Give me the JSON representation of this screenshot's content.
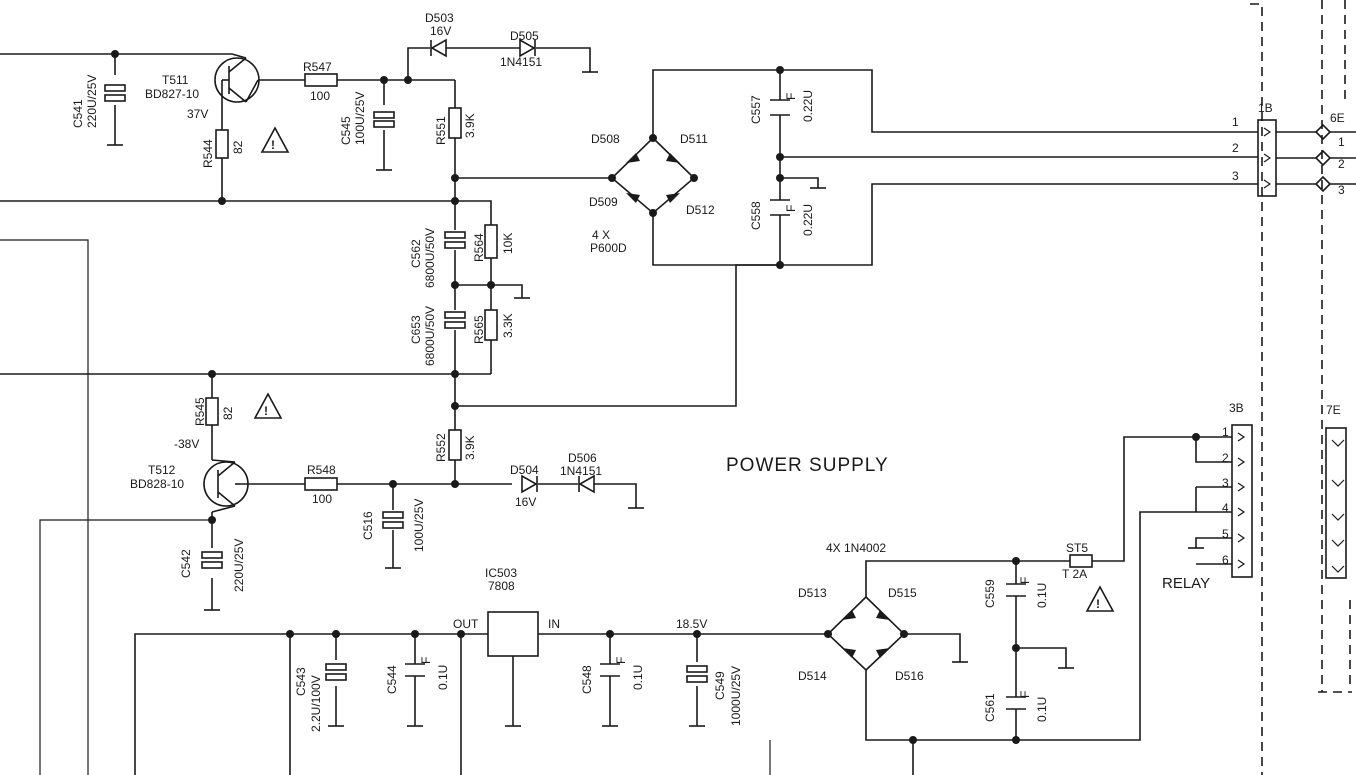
{
  "title": "POWER SUPPLY",
  "components": {
    "t511": {
      "ref": "T511",
      "type": "BD827-10",
      "voltage": "37V"
    },
    "t512": {
      "ref": "T512",
      "type": "BD828-10",
      "voltage": "-38V"
    },
    "c541": {
      "ref": "C541",
      "value": "220U/25V"
    },
    "r544": {
      "ref": "R544",
      "value": "82"
    },
    "r547": {
      "ref": "R547",
      "value": "100"
    },
    "c545": {
      "ref": "C545",
      "value": "100U/25V"
    },
    "d503": {
      "ref": "D503",
      "value": "16V"
    },
    "d505": {
      "ref": "D505",
      "value": "1N4151"
    },
    "r551": {
      "ref": "R551",
      "value": "3.9K"
    },
    "bridge1": {
      "d508": "D508",
      "d509": "D509",
      "d511": "D511",
      "d512": "D512",
      "qty": "4 X",
      "part": "P600D"
    },
    "c557": {
      "ref": "C557",
      "value": "0.22U",
      "mark": "F"
    },
    "c558": {
      "ref": "C558",
      "value": "0.22U",
      "mark": "F"
    },
    "c562": {
      "ref": "C562",
      "value": "6800U/50V"
    },
    "r564": {
      "ref": "R564",
      "value": "10K"
    },
    "c653": {
      "ref": "C653",
      "value": "6800U/50V"
    },
    "r565": {
      "ref": "R565",
      "value": "3.3K"
    },
    "r545": {
      "ref": "R545",
      "value": "82"
    },
    "r552": {
      "ref": "R552",
      "value": "3.9K"
    },
    "r548": {
      "ref": "R548",
      "value": "100"
    },
    "c516": {
      "ref": "C516",
      "value": "100U/25V"
    },
    "d504": {
      "ref": "D504",
      "value": "16V"
    },
    "d506": {
      "ref": "D506",
      "value": "1N4151"
    },
    "c542": {
      "ref": "C542",
      "value": "220U/25V"
    },
    "ic503": {
      "ref": "IC503",
      "part": "7808",
      "out": "OUT",
      "in": "IN"
    },
    "c543": {
      "ref": "C543",
      "value": "2.2U/100V"
    },
    "c544": {
      "ref": "C544",
      "value": "0.1U",
      "mark": "F"
    },
    "c548": {
      "ref": "C548",
      "value": "0.1U",
      "mark": "F"
    },
    "c549": {
      "ref": "C549",
      "value": "1000U/25V"
    },
    "rail_185": "18.5V",
    "bridge2": {
      "label": "4X  1N4002",
      "d513": "D513",
      "d514": "D514",
      "d515": "D515",
      "d516": "D516"
    },
    "c559": {
      "ref": "C559",
      "value": "0.1U",
      "mark": "F"
    },
    "c561": {
      "ref": "C561",
      "value": "0.1U",
      "mark": "F"
    },
    "st5": {
      "ref": "ST5",
      "rating": "T  2A"
    },
    "relay": "RELAY"
  },
  "connectors": {
    "c1b": {
      "ref": "1B",
      "pins": [
        "1",
        "2",
        "3"
      ]
    },
    "c6e": {
      "ref": "6E",
      "pins": [
        "1",
        "2",
        "3"
      ]
    },
    "c3b": {
      "ref": "3B",
      "pins": [
        "1",
        "2",
        "3",
        "4",
        "5",
        "6"
      ]
    },
    "c7e": {
      "ref": "7E"
    }
  },
  "warning_symbol": "!",
  "colors": {
    "ink": "#1a1a1a",
    "paper": "#ffffff"
  }
}
